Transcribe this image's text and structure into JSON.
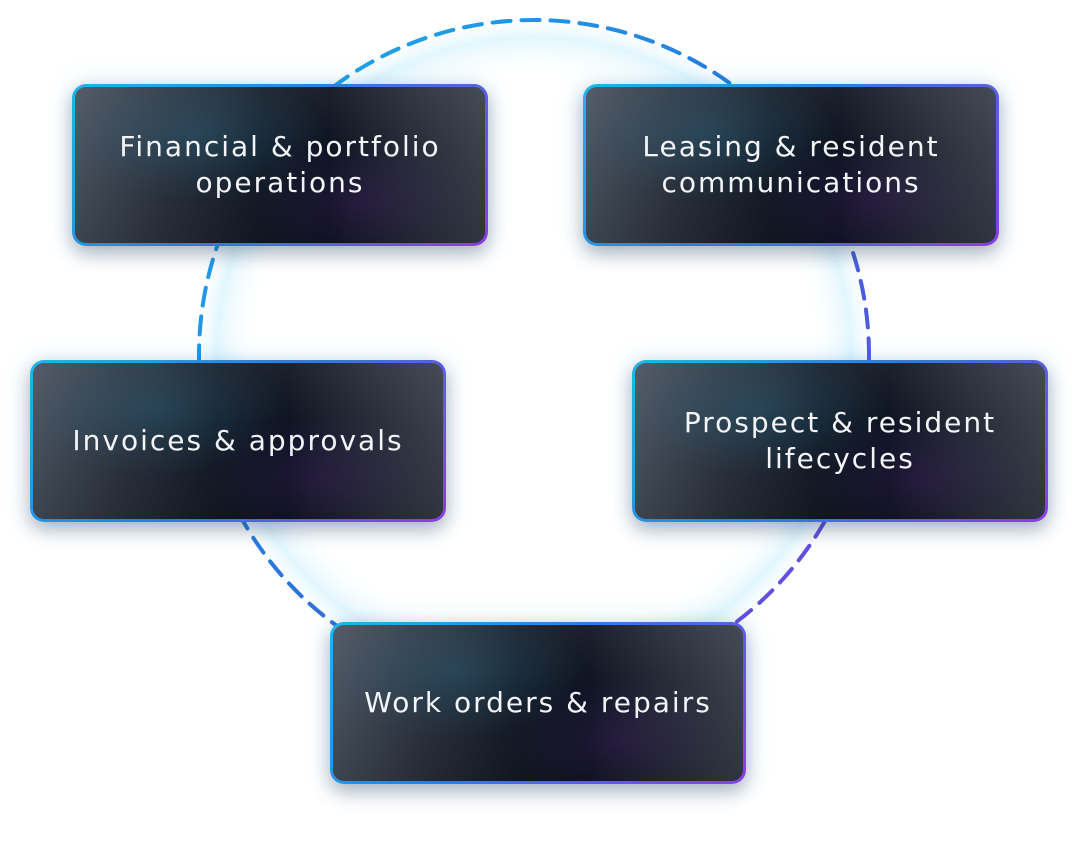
{
  "diagram": {
    "nodes": [
      {
        "id": "top-left",
        "label": "Financial & portfolio operations"
      },
      {
        "id": "top-right",
        "label": "Leasing & resident communications"
      },
      {
        "id": "middle-left",
        "label": "Invoices & approvals"
      },
      {
        "id": "middle-right",
        "label": "Prospect & resident lifecycles"
      },
      {
        "id": "bottom",
        "label": "Work orders & repairs"
      }
    ],
    "connector": {
      "style": "dashed-circle",
      "gradient_start": "#18b4ec",
      "gradient_end": "#7a3fe0"
    },
    "card_border_colors": [
      "#1fb6ea",
      "#2a7fe0",
      "#8a3fe0"
    ]
  }
}
